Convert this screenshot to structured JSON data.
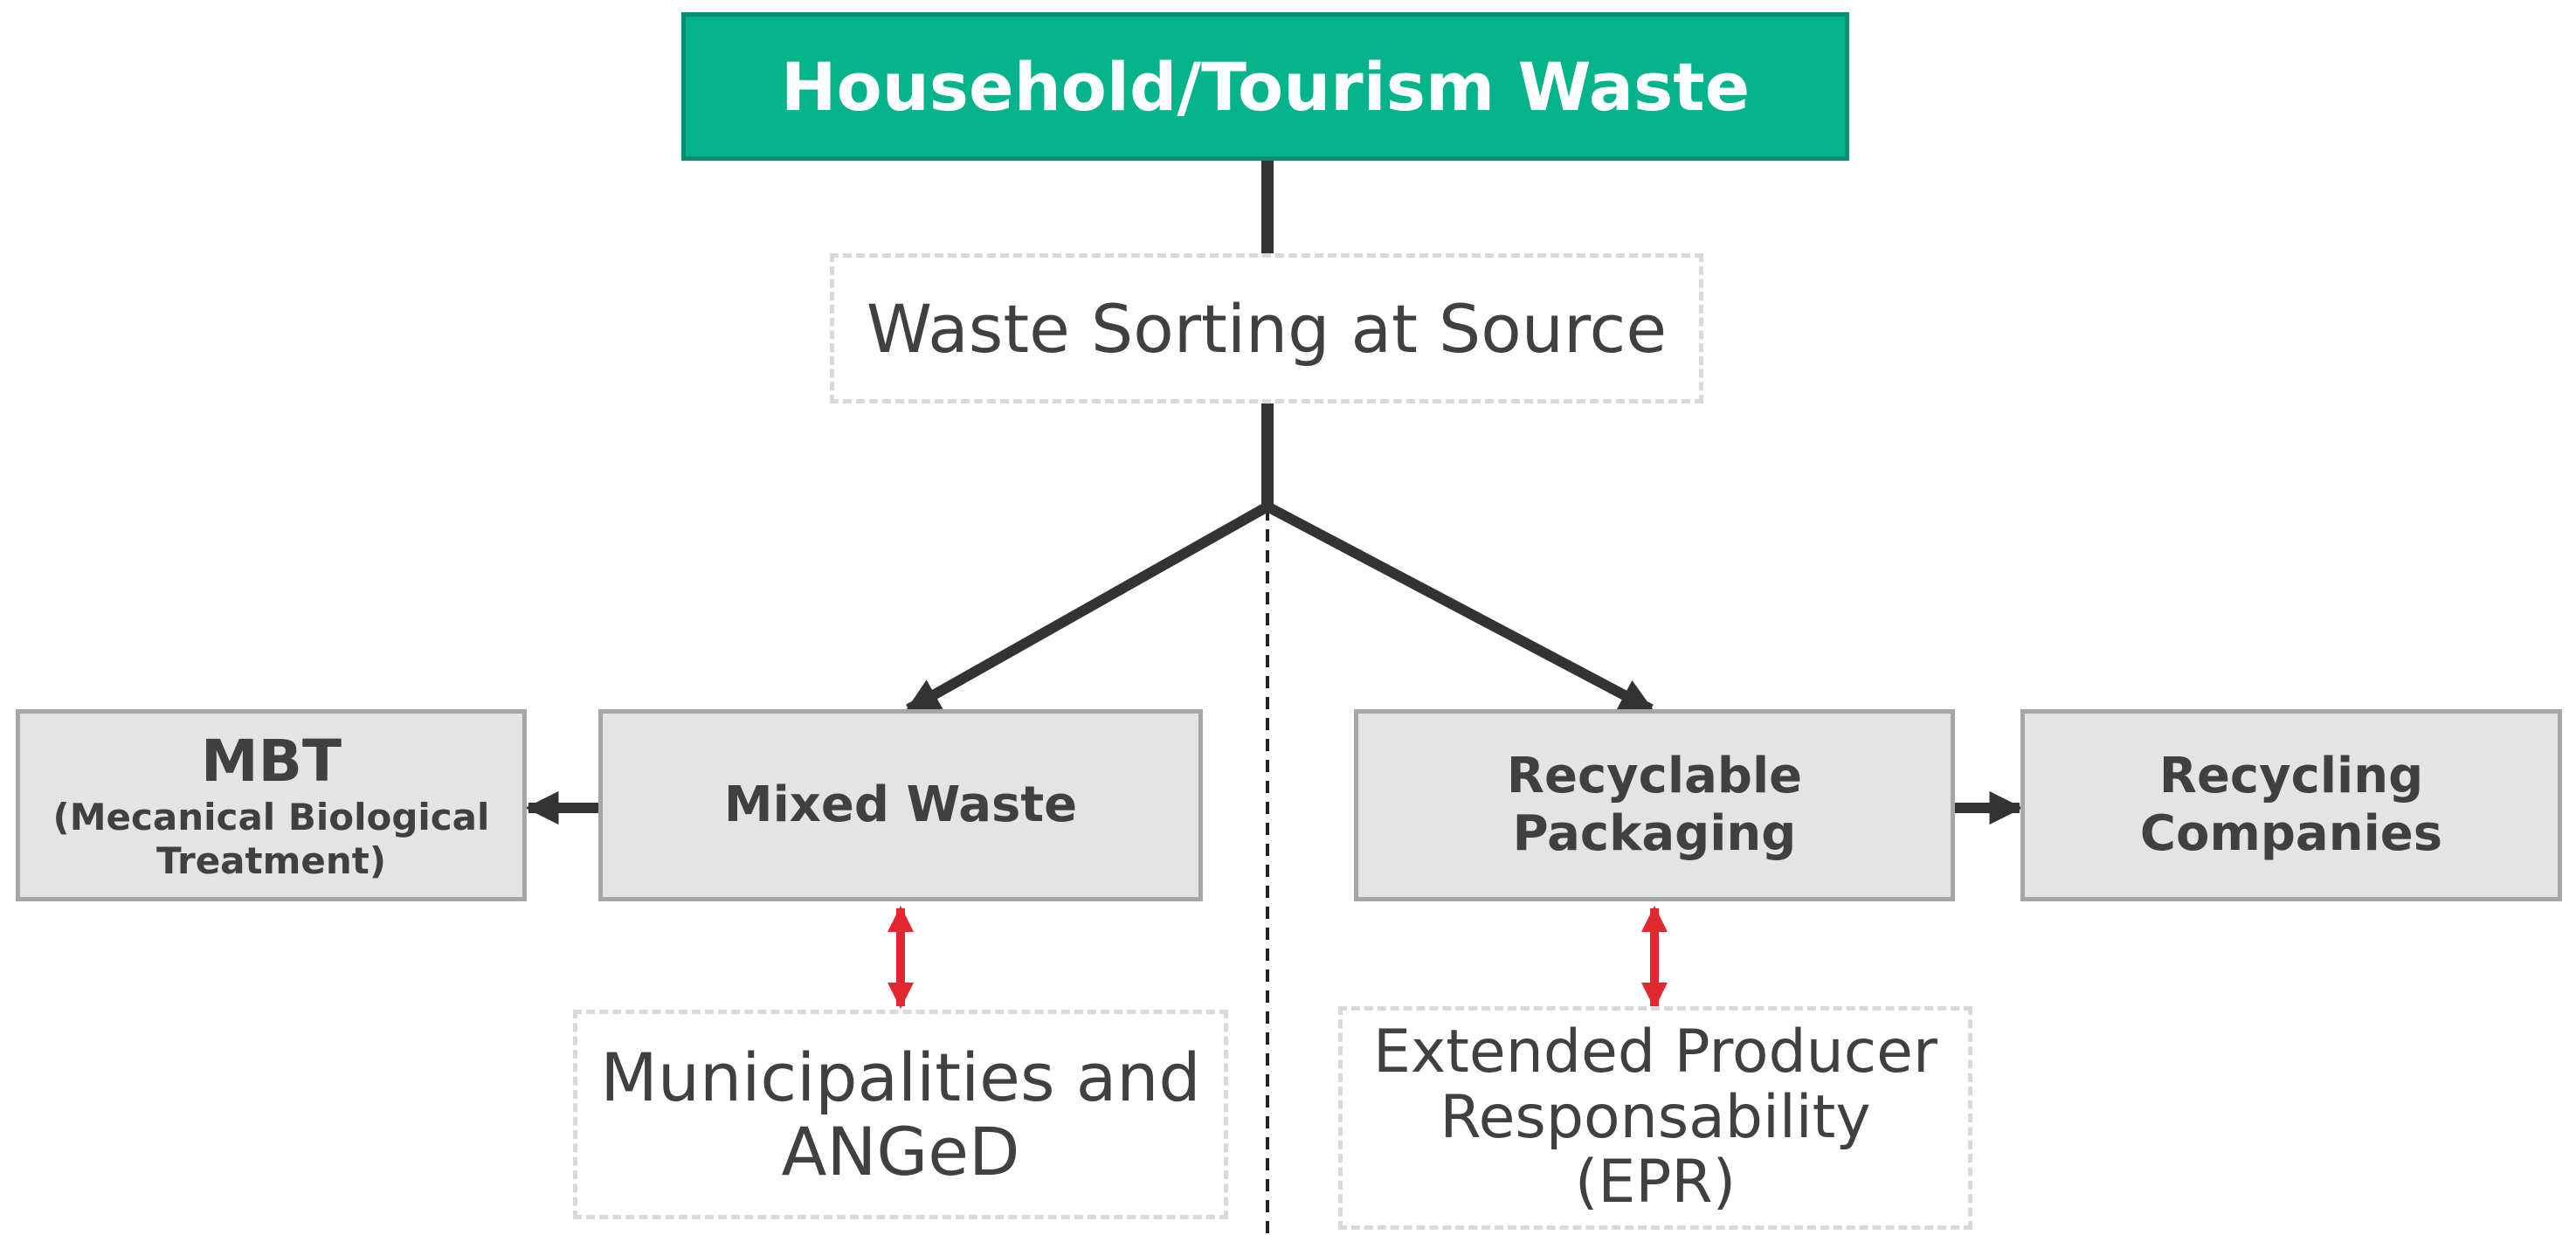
{
  "diagram": {
    "top": {
      "label": "Household/Tourism Waste"
    },
    "sorting": {
      "label": "Waste Sorting at Source"
    },
    "mbt": {
      "title": "MBT",
      "subtitle_line1": "(Mecanical Biological",
      "subtitle_line2": "Treatment)"
    },
    "mixed": {
      "label": "Mixed Waste"
    },
    "recyclable": {
      "line1": "Recyclable",
      "line2": "Packaging"
    },
    "companies": {
      "line1": "Recycling",
      "line2": "Companies"
    },
    "municipalities": {
      "line1": "Municipalities and",
      "line2": "ANGeD"
    },
    "epr": {
      "line1": "Extended Producer",
      "line2": "Responsability",
      "line3": "(EPR)"
    }
  },
  "colors": {
    "top_fill": "#03b38c",
    "box_fill": "#e3e4e3",
    "connector": "#333333",
    "relation_arrow": "#e0282e"
  }
}
